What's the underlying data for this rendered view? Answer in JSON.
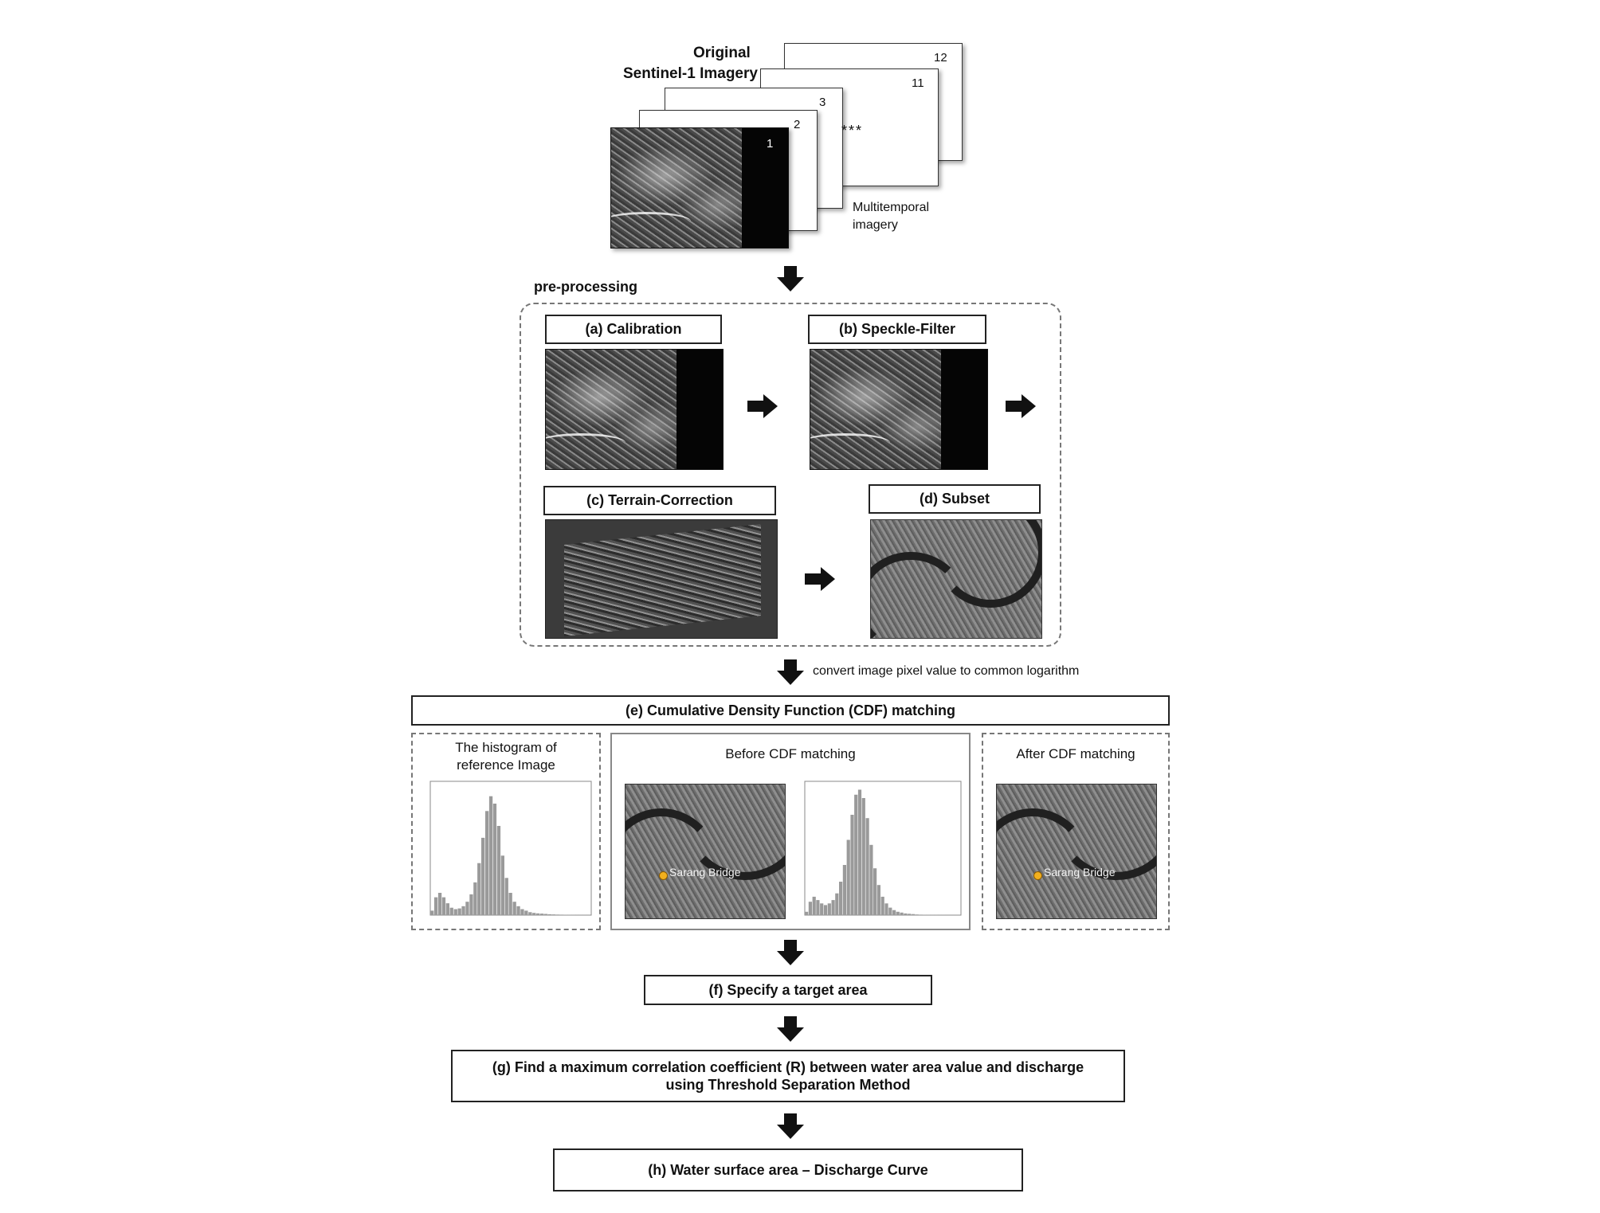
{
  "stack": {
    "title_line1": "Original",
    "title_line2": "Sentinel-1 Imagery",
    "labels": [
      "1",
      "2",
      "3",
      "11",
      "12"
    ],
    "ellipsis": "***",
    "caption_line1": "Multitemporal",
    "caption_line2": "imagery"
  },
  "preprocessing": {
    "label": "pre-processing",
    "a": "(a) Calibration",
    "b": "(b) Speckle-Filter",
    "c": "(c) Terrain-Correction",
    "d": "(d) Subset"
  },
  "convert_note": "convert image pixel value to common logarithm",
  "cdf": {
    "title": "(e) Cumulative Density Function (CDF) matching",
    "panel1_line1": "The histogram of",
    "panel1_line2": "reference Image",
    "panel2": "Before CDF matching",
    "panel3": "After CDF matching",
    "point_label": "Sarang Bridge"
  },
  "steps": {
    "f": "(f) Specify a target area",
    "g_line1": "(g) Find a maximum correlation coefficient (R) between water area value and discharge",
    "g_line2": "using Threshold Separation Method",
    "h": "(h) Water surface area – Discharge Curve"
  },
  "chart_data": [
    {
      "type": "bar",
      "title": "",
      "x": [
        -8.0,
        -7.8,
        -7.6,
        -7.4,
        -7.2,
        -7.0,
        -6.8,
        -6.6,
        -6.4,
        -6.2,
        -6.0,
        -5.8,
        -5.6,
        -5.4,
        -5.2,
        -5.0,
        -4.8,
        -4.6,
        -4.4,
        -4.2,
        -4.0,
        -3.8,
        -3.6,
        -3.4,
        -3.2,
        -3.0,
        -2.8,
        -2.6,
        -2.4,
        -2.2,
        -2.0,
        -1.8,
        -1.6,
        -1.4,
        -1.2,
        -1.0,
        -0.8,
        -0.6,
        -0.4,
        -0.2,
        0
      ],
      "values": [
        300,
        1200,
        1500,
        1200,
        800,
        500,
        400,
        450,
        600,
        900,
        1400,
        2200,
        3500,
        5200,
        7000,
        8000,
        7500,
        6000,
        4000,
        2500,
        1500,
        900,
        600,
        400,
        300,
        200,
        150,
        120,
        100,
        80,
        60,
        50,
        40,
        30,
        20,
        15,
        10,
        8,
        5,
        3,
        0
      ],
      "ylim": [
        0,
        9000
      ],
      "xlim": [
        -8,
        0
      ]
    },
    {
      "type": "bar",
      "title": "",
      "x": [
        -8.0,
        -7.8,
        -7.6,
        -7.4,
        -7.2,
        -7.0,
        -6.8,
        -6.6,
        -6.4,
        -6.2,
        -6.0,
        -5.8,
        -5.6,
        -5.4,
        -5.2,
        -5.0,
        -4.8,
        -4.6,
        -4.4,
        -4.2,
        -4.0,
        -3.8,
        -3.6,
        -3.4,
        -3.2,
        -3.0,
        -2.8,
        -2.6,
        -2.4,
        -2.2,
        -2.0,
        -1.8,
        -1.6,
        -1.4,
        -1.2,
        -1.0,
        -0.8,
        -0.6,
        -0.4,
        -0.2,
        0
      ],
      "values": [
        200,
        800,
        1100,
        900,
        700,
        600,
        700,
        900,
        1300,
        2000,
        3000,
        4500,
        6000,
        7200,
        7500,
        7000,
        5800,
        4200,
        2800,
        1800,
        1100,
        700,
        450,
        300,
        200,
        150,
        100,
        80,
        60,
        40,
        30,
        20,
        15,
        10,
        8,
        5,
        3,
        2,
        1,
        0,
        0
      ],
      "ylim": [
        0,
        8000
      ],
      "xlim": [
        -8,
        0
      ]
    }
  ]
}
